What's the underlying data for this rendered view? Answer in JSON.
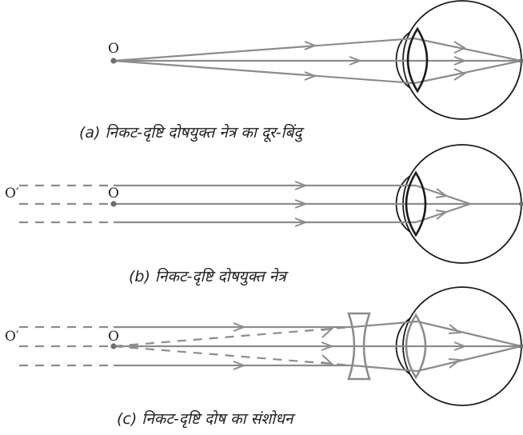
{
  "panels": [
    {
      "id": "a",
      "point_label": "O",
      "caption": "(a) निकट-दृष्टि दोषयुक्त नेत्र का दूर-बिंदु"
    },
    {
      "id": "b",
      "point_label": "O",
      "image_label": "O′",
      "caption": "(b) निकट-दृष्टि दोषयुक्त नेत्र"
    },
    {
      "id": "c",
      "point_label": "O",
      "image_label": "O′",
      "caption": "(c) निकट-दृष्टि दोष का संशोधन"
    }
  ],
  "colors": {
    "ray": "#8c8c8c",
    "outline": "#1a1a1a",
    "text": "#222222"
  }
}
